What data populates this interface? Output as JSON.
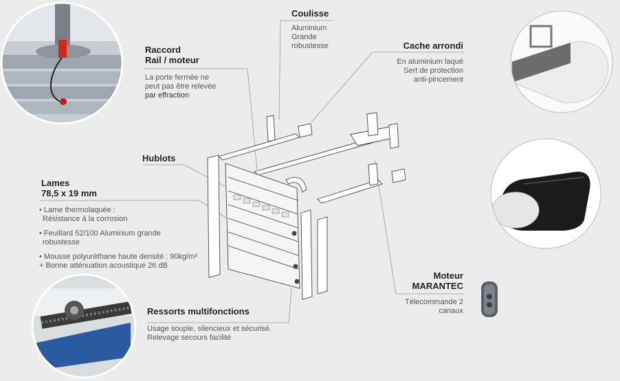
{
  "labels": {
    "coulisse": {
      "title": "Coulisse",
      "desc": [
        "Aluminium",
        "Grande",
        "robustesse"
      ]
    },
    "raccord": {
      "title": [
        "Raccord",
        "Rail / moteur"
      ],
      "desc": [
        "La porte fermée ne",
        "peut pas être relevée",
        "par effraction"
      ]
    },
    "cache": {
      "title": "Cache arrondi",
      "desc": [
        "En aluminium laqué",
        "Sert de protection",
        "anti-pincement"
      ]
    },
    "hublots": {
      "title": "Hublots"
    },
    "lames": {
      "title": [
        "Lames",
        "78,5 x 19 mm"
      ],
      "desc": [
        "• Lame thermolaquée :",
        "Résistance à la corrosion",
        "• Feuillard 52/100 Aluminium grande",
        "robustesse",
        "• Mousse polyuréthane haute densité : 90kg/m³",
        "+ Bonne atténuation acoustique 26 dB"
      ]
    },
    "ressorts": {
      "title": "Ressorts multifonctions",
      "desc": [
        "Usage souple, silencieux et sécurisé.",
        "Relevage secours facilité"
      ]
    },
    "moteur": {
      "title": [
        "Moteur",
        "MARANTEC"
      ],
      "desc": [
        "Télecommande 2",
        "canaux"
      ]
    }
  },
  "colors": {
    "background": "#ececec",
    "lines": "#999999",
    "title": "#222222",
    "text": "#555555"
  }
}
